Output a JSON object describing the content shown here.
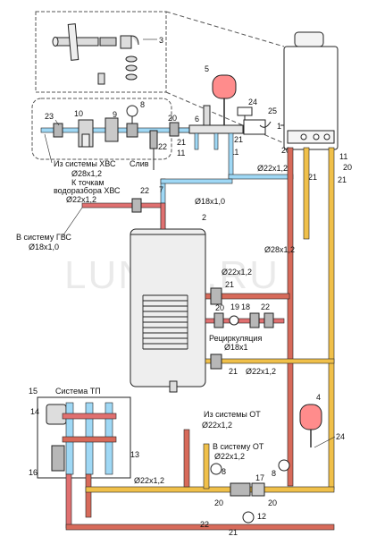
{
  "watermark": "LUNDA.RU",
  "labels": {
    "from_cold_water": "Из системы ХВС",
    "d28_top": "Ø28x1,2",
    "to_points": "К точкам",
    "cold_draw": "водоразбора ХВС",
    "d22_cold": "Ø22x1,2",
    "drain": "Слив",
    "to_hot_water": "В систему ГВС",
    "d18_hot": "Ø18x1,0",
    "d18_mid": "Ø18x1,0",
    "d22_right_top": "Ø22x1,2",
    "d28_right": "Ø28x1,2",
    "d22_boiler_upper": "Ø22x1,2",
    "recirc": "Рециркуляция",
    "d18_recirc": "Ø18x1",
    "d22_boiler_lower": "Ø22x1,2",
    "tp_system": "Система ТП",
    "from_heating": "Из системы ОТ",
    "d22_from_heating": "Ø22x1,2",
    "to_heating": "В систему ОТ",
    "d22_to_heating": "Ø22x1,2",
    "d22_bottom": "Ø22x1,2"
  },
  "markers": {
    "n1": "1",
    "n2": "2",
    "n3": "3",
    "n4": "4",
    "n5": "5",
    "n6": "6",
    "n7": "7",
    "n8a": "8",
    "n8b": "8",
    "n8c": "8",
    "n9": "9",
    "n10": "10",
    "n11a": "11",
    "n11b": "11",
    "n11c": "11",
    "n12": "12",
    "n13": "13",
    "n14": "14",
    "n15": "15",
    "n16": "16",
    "n17": "17",
    "n18": "18",
    "n19": "19",
    "n20a": "20",
    "n20b": "20",
    "n20c": "20",
    "n20d": "20",
    "n21a": "21",
    "n21b": "21",
    "n21c": "21",
    "n21d": "21",
    "n21e": "21",
    "n21f": "21",
    "n21g": "21",
    "n22a": "22",
    "n22b": "22",
    "n22c": "22",
    "n22d": "22",
    "n23": "23",
    "n24a": "24",
    "n24b": "24",
    "n25": "25"
  }
}
